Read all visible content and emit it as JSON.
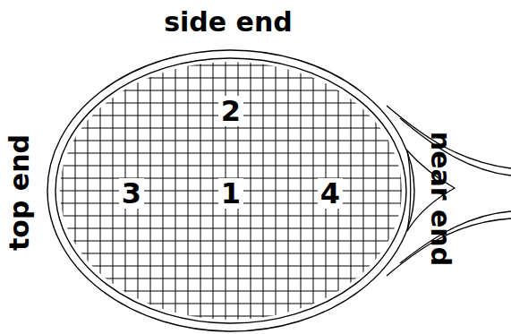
{
  "diagram": {
    "labels": [
      "side end",
      "top end",
      "near end",
      "2",
      "3",
      "1",
      "4"
    ]
  }
}
